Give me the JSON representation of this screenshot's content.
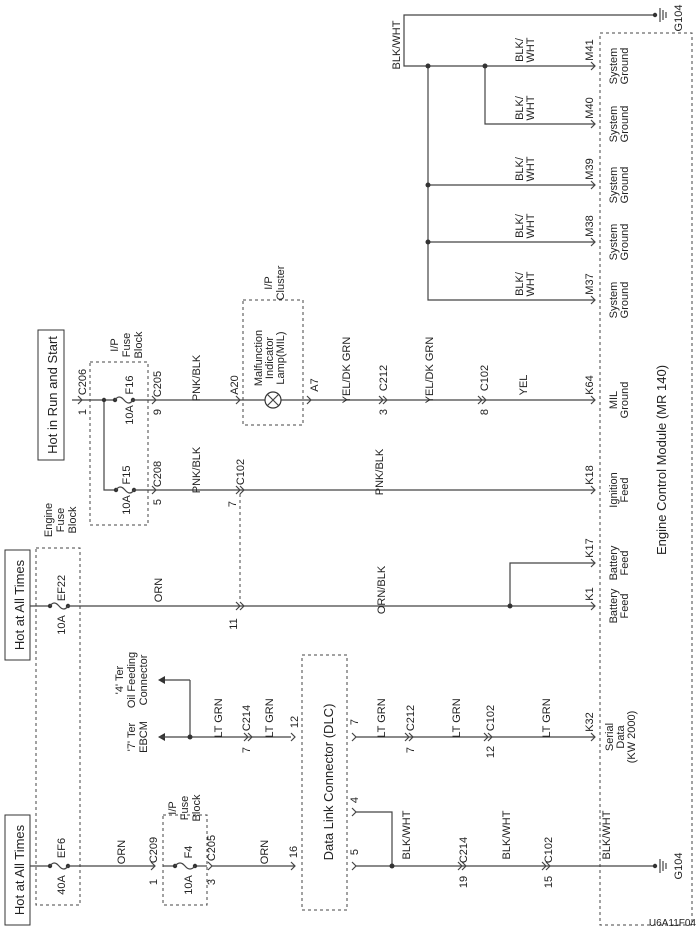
{
  "power": {
    "hot_all_times_1": "Hot at All Times",
    "hot_all_times_2": "Hot at All Times",
    "hot_run_start": "Hot in Run and Start"
  },
  "engine_fuse_block": {
    "label": [
      "Engine",
      "Fuse",
      "Block"
    ],
    "ef6": {
      "name": "EF6",
      "rating": "40A"
    },
    "ef22": {
      "name": "EF22",
      "rating": "10A"
    }
  },
  "ip_fuse_block_a": {
    "label": [
      "I/P",
      "Fuse",
      "Block"
    ],
    "f4": {
      "name": "F4",
      "rating": "10A"
    },
    "c209": {
      "name": "C209",
      "pin": "1"
    },
    "c205": {
      "name": "C205",
      "pin": "3"
    }
  },
  "ip_fuse_block_b": {
    "label": [
      "I/P",
      "Fuse",
      "Block"
    ],
    "f15": {
      "name": "F15",
      "rating": "10A"
    },
    "f16": {
      "name": "F16",
      "rating": "10A"
    },
    "c206": {
      "name": "C206",
      "pin": "1"
    },
    "c205": {
      "name": "C205",
      "pin": "9"
    },
    "c208": {
      "name": "C208",
      "pin": "5"
    }
  },
  "ip_cluster": {
    "label": [
      "I/P",
      "Cluster"
    ],
    "lamp": [
      "Malfunction",
      "Indicator",
      "Lamp(MIL)"
    ],
    "pin_in": "A20",
    "pin_out": "A7"
  },
  "dlc": {
    "label": "Data Link Connector (DLC)",
    "pins": {
      "p16": "16",
      "p12": "12",
      "p5": "5",
      "p4": "4",
      "p7": "7"
    }
  },
  "ebcm": {
    "label": [
      "'7' Ter",
      "EBCM"
    ]
  },
  "oil_feeding": {
    "label": [
      "'4' Ter",
      "Oil Feeding",
      "Connector"
    ]
  },
  "wires": {
    "orn_1": "ORN",
    "orn_2": "ORN",
    "orn_3": "ORN",
    "orn_blk": "ORN/BLK",
    "pnk_blk_1": "PNK/BLK",
    "pnk_blk_2": "PNK/BLK",
    "pnk_blk_3": "PNK/BLK",
    "yel_dkgrn_1": "YEL/DK GRN",
    "yel_dkgrn_2": "YEL/DK GRN",
    "yel": "YEL",
    "ltgrn_1": "LT GRN",
    "ltgrn_2": "LT GRN",
    "ltgrn_3": "LT GRN",
    "ltgrn_4": "LT GRN",
    "ltgrn_5": "LT GRN",
    "blkwht_1": "BLK/WHT",
    "blkwht_2": "BLK/WHT",
    "blkwht_3": "BLK/WHT",
    "blkwht_top": "BLK/WHT",
    "blkwht_split": [
      "BLK/",
      "WHT"
    ]
  },
  "connectors": {
    "c214_a": {
      "name": "C214",
      "pin": "19"
    },
    "c102_a": {
      "name": "C102",
      "pin": "15"
    },
    "c214_b": {
      "name": "C214",
      "pin": "7"
    },
    "c212_a": {
      "name": "C212",
      "pin": "7"
    },
    "c102_b": {
      "name": "C102",
      "pin": "12"
    },
    "c102_c": {
      "name": "C102",
      "pin": "7"
    },
    "c102_d": {
      "pin": "11"
    },
    "c212_b": {
      "name": "C212",
      "pin": "3"
    },
    "c102_e": {
      "name": "C102",
      "pin": "8"
    }
  },
  "grounds": {
    "g104_top": "G104",
    "g104_bottom": "G104"
  },
  "ecm": {
    "label": "Engine Control Module (MR 140)",
    "pins": [
      {
        "pin": "M41",
        "desc": [
          "System",
          "Ground"
        ]
      },
      {
        "pin": "M40",
        "desc": [
          "System",
          "Ground"
        ]
      },
      {
        "pin": "M39",
        "desc": [
          "System",
          "Ground"
        ]
      },
      {
        "pin": "M38",
        "desc": [
          "System",
          "Ground"
        ]
      },
      {
        "pin": "M37",
        "desc": [
          "System",
          "Ground"
        ]
      },
      {
        "pin": "K64",
        "desc": [
          "MIL",
          "Ground"
        ]
      },
      {
        "pin": "K18",
        "desc": [
          "Ignition",
          "Feed"
        ]
      },
      {
        "pin": "K17",
        "desc": [
          "Battery",
          "Feed"
        ]
      },
      {
        "pin": "K1",
        "desc": [
          "Battery",
          "Feed"
        ]
      },
      {
        "pin": "K32",
        "desc": [
          "Serial",
          "Data",
          "(KW 2000)"
        ]
      }
    ]
  },
  "figure_id": "U6A11F04"
}
